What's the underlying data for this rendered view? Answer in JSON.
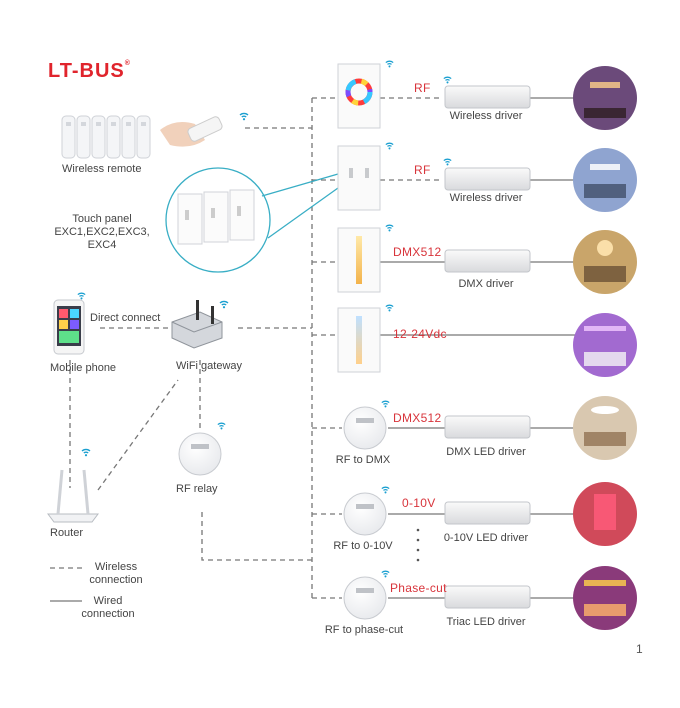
{
  "brand": {
    "name": "LT-BUS",
    "mark": "®"
  },
  "page_number": "1",
  "left": {
    "wireless_remote": "Wireless remote",
    "touch_panel": [
      "Touch panel",
      "EXC1,EXC2,EXC3,",
      "EXC4"
    ],
    "mobile_phone": "Mobile phone",
    "direct_connect": "Direct connect",
    "wifi_gateway": "WiFi gateway",
    "rf_relay": "RF relay",
    "router": "Router"
  },
  "legend": {
    "wireless": [
      "Wireless",
      "connection"
    ],
    "wired": [
      "Wired",
      "connection"
    ]
  },
  "rows": [
    {
      "signal": "RF",
      "driver": "Wireless driver",
      "scene_color": "#6b4a7a"
    },
    {
      "signal": "RF",
      "driver": "Wireless driver",
      "scene_color": "#8fa4d0"
    },
    {
      "signal": "DMX512",
      "driver": "DMX driver",
      "scene_color": "#c9a56a"
    },
    {
      "signal": "12-24Vdc",
      "driver": "",
      "scene_color": "#a26ad0"
    },
    {
      "signal": "DMX512",
      "driver": "DMX LED driver",
      "controller": "RF to DMX",
      "scene_color": "#d9c8b0"
    },
    {
      "signal": "0-10V",
      "driver": "0-10V LED driver",
      "controller": "RF to 0-10V",
      "scene_color": "#d04a5a"
    },
    {
      "signal": "Phase-cut",
      "driver": "Triac LED driver",
      "controller": "RF to phase-cut",
      "scene_color": "#8a3a7a"
    }
  ],
  "colors": {
    "accent": "#e0242c",
    "signal_red": "#d8343b",
    "wire": "#777777",
    "wifi_blue": "#1a9fd0",
    "zoom_teal": "#39aec5"
  }
}
